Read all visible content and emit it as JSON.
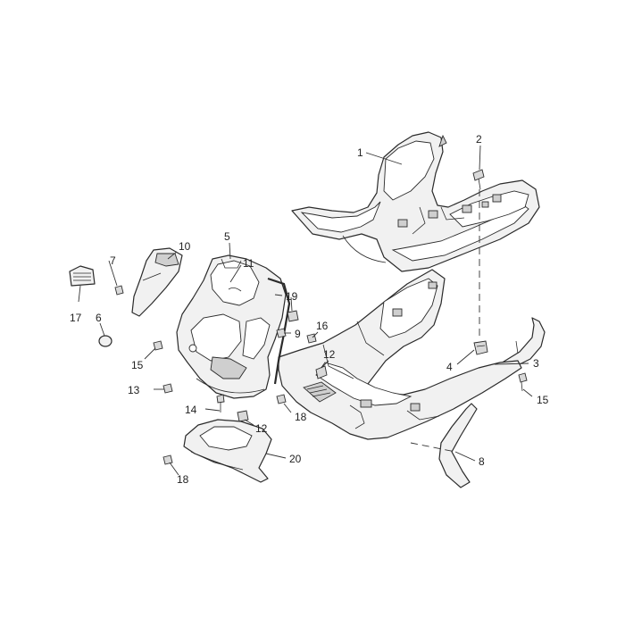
{
  "colors": {
    "line": "#2b2b2b",
    "fill": "#f1f1f1",
    "background": "#ffffff"
  },
  "callouts": [
    {
      "id": "c1",
      "label": "1"
    },
    {
      "id": "c2",
      "label": "2"
    },
    {
      "id": "c3",
      "label": "3"
    },
    {
      "id": "c4",
      "label": "4"
    },
    {
      "id": "c5",
      "label": "5"
    },
    {
      "id": "c6",
      "label": "6"
    },
    {
      "id": "c7",
      "label": "7"
    },
    {
      "id": "c8",
      "label": "8"
    },
    {
      "id": "c9",
      "label": "9"
    },
    {
      "id": "c10",
      "label": "10"
    },
    {
      "id": "c11",
      "label": "11"
    },
    {
      "id": "c12a",
      "label": "12"
    },
    {
      "id": "c12b",
      "label": "12"
    },
    {
      "id": "c13",
      "label": "13"
    },
    {
      "id": "c14",
      "label": "14"
    },
    {
      "id": "c15a",
      "label": "15"
    },
    {
      "id": "c15b",
      "label": "15"
    },
    {
      "id": "c16",
      "label": "16"
    },
    {
      "id": "c17",
      "label": "17"
    },
    {
      "id": "c18a",
      "label": "18"
    },
    {
      "id": "c18b",
      "label": "18"
    },
    {
      "id": "c19",
      "label": "19"
    },
    {
      "id": "c20",
      "label": "20"
    }
  ]
}
